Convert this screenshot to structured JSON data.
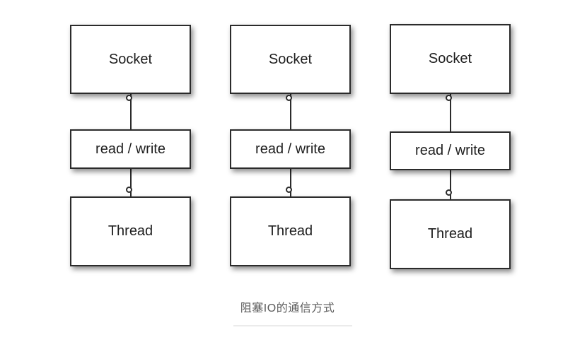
{
  "diagram": {
    "caption": "阻塞IO的通信方式",
    "columns": [
      {
        "socket": "Socket",
        "read_write": "read / write",
        "thread": "Thread"
      },
      {
        "socket": "Socket",
        "read_write": "read / write",
        "thread": "Thread"
      },
      {
        "socket": "Socket",
        "read_write": "read / write",
        "thread": "Thread"
      }
    ],
    "colors": {
      "background": "#ffffff",
      "box_fill": "#ffffff",
      "box_border": "#2b2b2b",
      "box_text": "#1e1e1e",
      "connector": "#2b2b2b",
      "caption_text": "#5a5a5a",
      "divider": "#ebebeb"
    }
  }
}
